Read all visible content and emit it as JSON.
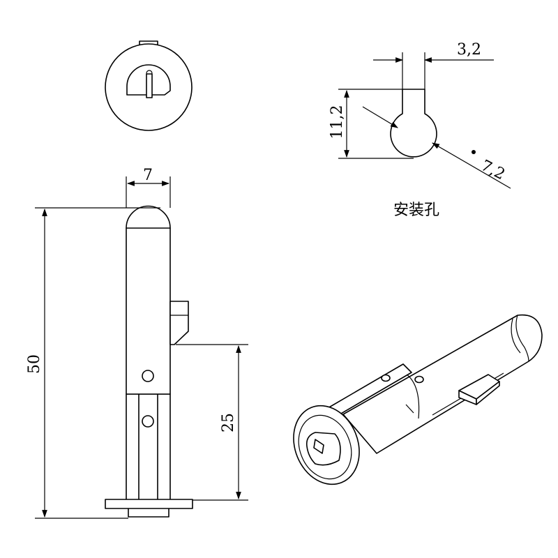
{
  "dimensions": {
    "slot_width": "3,2",
    "hole_height": "11,2",
    "hole_diameter": "7,2",
    "body_diameter": "7",
    "total_length": "50",
    "lower_length": "25"
  },
  "caption": "安装孔"
}
